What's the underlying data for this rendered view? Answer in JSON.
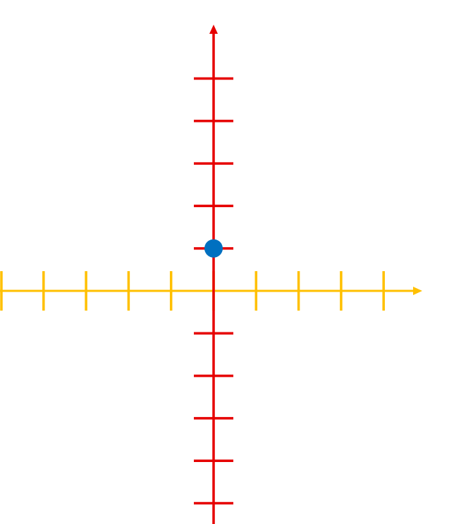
{
  "colors": {
    "background": "#ffffff",
    "x_axis": "#FFC000",
    "y_axis": "#E60000",
    "point": "#0070C0"
  },
  "chart_data": {
    "type": "scatter",
    "grid": false,
    "x_axis": {
      "arrow": "right",
      "tick_values": [
        -5,
        -4,
        -3,
        -2,
        -1,
        0,
        1,
        2,
        3,
        4
      ]
    },
    "y_axis": {
      "arrow": "up",
      "tick_values": [
        -5,
        -4,
        -3,
        -2,
        -1,
        0,
        1,
        2,
        3,
        4,
        5
      ]
    },
    "points": [
      {
        "x": 0,
        "y": 1
      }
    ]
  }
}
